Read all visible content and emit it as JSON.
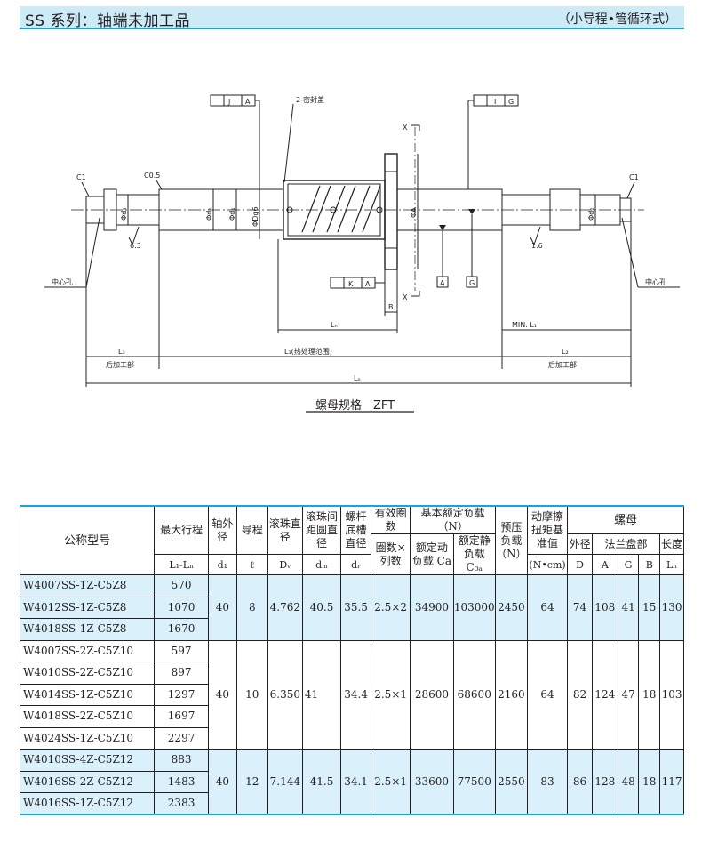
{
  "header": {
    "title": "SS 系列：轴端未加工品",
    "subtitle": "（小导程•管循环式）"
  },
  "drawing": {
    "caption": "螺母规格　ZFT",
    "labels": {
      "chamfer_left": "C1",
      "chamfer_c05": "C0.5",
      "chamfer_right": "C1",
      "seal": "2-密封盖",
      "roughness_63": "6.3",
      "roughness_16": "1.6",
      "center_hole_left": "中心孔",
      "center_hole_right": "中心孔",
      "d3": "Φd₃",
      "d1_a": "Φd₁",
      "d1_b": "Φd₁",
      "d_g6": "ΦDg6",
      "phiA": "ΦA",
      "d2": "Φd₂",
      "xsec_top": "X",
      "xsec_bottom": "X",
      "tol_left_j": "J",
      "tol_left_a": "A",
      "tol_right_i": "I",
      "tol_right_g": "G",
      "tol_bottom_k": "K",
      "tol_bottom_a": "A",
      "datum_a": "A",
      "datum_g": "G",
      "dim_b": "B",
      "dim_ln": "Lₙ",
      "dim_min_l1": "MIN. L₁",
      "dim_l3": "L₃",
      "dim_l1": "L₁(热处理范围)",
      "dim_l2": "L₂",
      "dim_lo": "Lₒ",
      "rear_left": "后加工部",
      "rear_right": "后加工部"
    }
  },
  "table": {
    "headers": {
      "model": "公称型号",
      "max_stroke": "最大行程",
      "max_stroke_sym": "L₁-Lₙ",
      "shaft_od": "轴外径",
      "shaft_od_sym": "d₁",
      "lead": "导程",
      "lead_sym": "ℓ",
      "ball_dia": "滚珠直径",
      "ball_dia_sym": "Dᵥ",
      "pcd": "滚珠间距圆直径",
      "pcd_sym": "dₘ",
      "root_dia": "螺杆底槽直径",
      "root_dia_sym": "dᵣ",
      "turns": "有效圈数",
      "turns_sub": "圈数×列数",
      "load_rating": "基本额定负载（N）",
      "dyn_load": "额定动负载 Ca",
      "stat_load": "额定静负载 C₀ₐ",
      "preload": "预压负载（N）",
      "torque": "动摩擦扭矩基准值",
      "torque_unit": "(N•cm)",
      "nut": "螺母",
      "nut_od": "外径",
      "nut_od_sym": "D",
      "flange": "法兰盘部",
      "flange_a": "A",
      "flange_g": "G",
      "flange_b": "B",
      "length": "长度",
      "length_sym": "Lₙ"
    },
    "groups": [
      {
        "d1": "40",
        "lead": "8",
        "ball": "4.762",
        "pcd": "40.5",
        "root": "35.5",
        "turns": "2.5×2",
        "ca": "34900",
        "c0a": "103000",
        "preload": "2450",
        "torque": "64",
        "D": "74",
        "A": "108",
        "G": "41",
        "B": "15",
        "Ln": "130",
        "rows": [
          {
            "model": "W4007SS-1Z-C5Z8",
            "stroke": "570"
          },
          {
            "model": "W4012SS-1Z-C5Z8",
            "stroke": "1070"
          },
          {
            "model": "W4018SS-1Z-C5Z8",
            "stroke": "1670"
          }
        ]
      },
      {
        "d1": "40",
        "lead": "10",
        "ball": "6.350",
        "pcd": "41",
        "root": "34.4",
        "turns": "2.5×1",
        "ca": "28600",
        "c0a": "68600",
        "preload": "2160",
        "torque": "64",
        "D": "82",
        "A": "124",
        "G": "47",
        "B": "18",
        "Ln": "103",
        "rows": [
          {
            "model": "W4007SS-2Z-C5Z10",
            "stroke": "597"
          },
          {
            "model": "W4010SS-2Z-C5Z10",
            "stroke": "897"
          },
          {
            "model": "W4014SS-1Z-C5Z10",
            "stroke": "1297"
          },
          {
            "model": "W4018SS-2Z-C5Z10",
            "stroke": "1697"
          },
          {
            "model": "W4024SS-1Z-C5Z10",
            "stroke": "2297"
          }
        ]
      },
      {
        "d1": "40",
        "lead": "12",
        "ball": "7.144",
        "pcd": "41.5",
        "root": "34.1",
        "turns": "2.5×1",
        "ca": "33600",
        "c0a": "77500",
        "preload": "2550",
        "torque": "83",
        "D": "86",
        "A": "128",
        "G": "48",
        "B": "18",
        "Ln": "117",
        "rows": [
          {
            "model": "W4010SS-4Z-C5Z12",
            "stroke": "883"
          },
          {
            "model": "W4016SS-2Z-C5Z12",
            "stroke": "1483"
          },
          {
            "model": "W4016SS-1Z-C5Z12",
            "stroke": "2383"
          }
        ]
      }
    ]
  }
}
